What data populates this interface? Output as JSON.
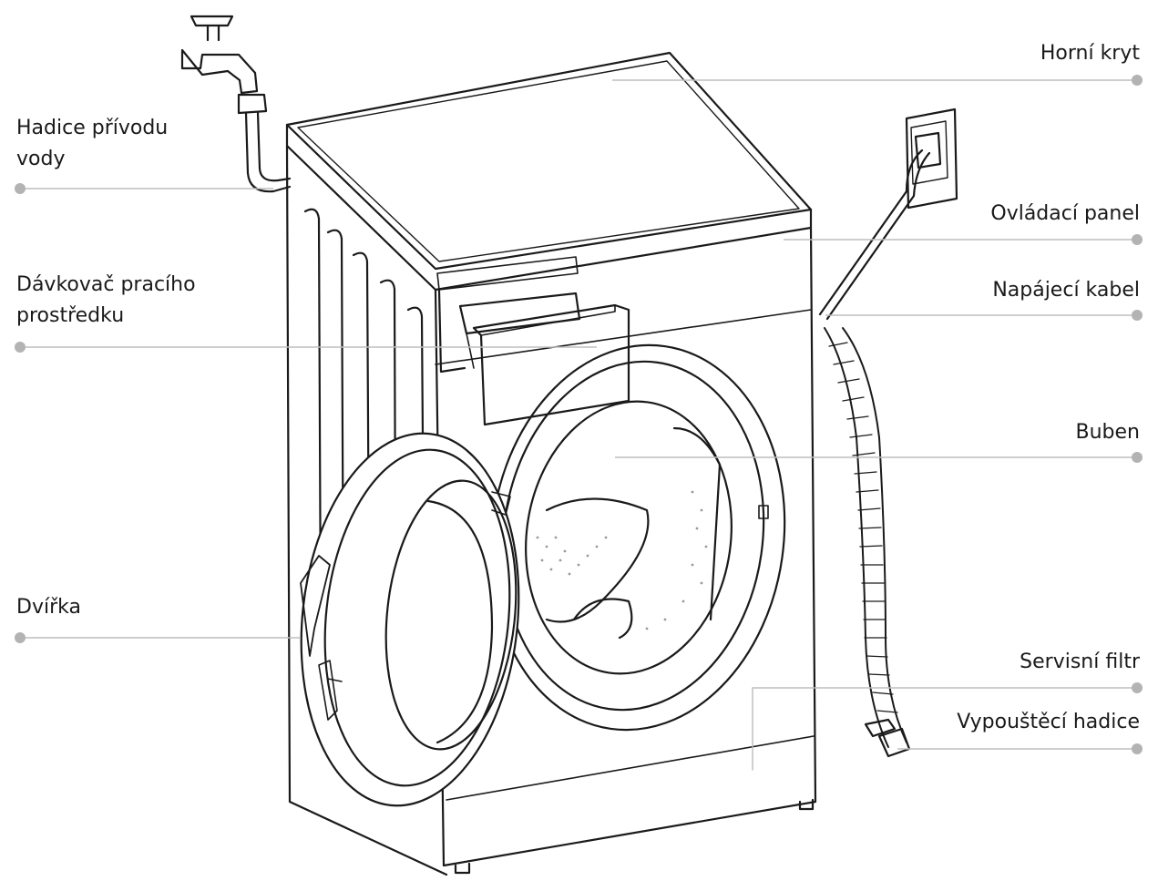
{
  "diagram": {
    "left_labels": {
      "water_inlet_hose": "Hadice přívodu\nvody",
      "detergent_dispenser": "Dávkovač pracího\nprostředku",
      "door": "Dvířka"
    },
    "right_labels": {
      "top_cover": "Horní kryt",
      "control_panel": "Ovládací panel",
      "power_cable": "Napájecí kabel",
      "drum": "Buben",
      "service_filter": "Servisní filtr",
      "drain_hose": "Vypouštěcí hadice"
    },
    "colors": {
      "outline": "#1a1a1a",
      "leader_line": "#bdbdbd",
      "leader_dot": "#b3b3b3",
      "text": "#1a1a1a"
    }
  }
}
